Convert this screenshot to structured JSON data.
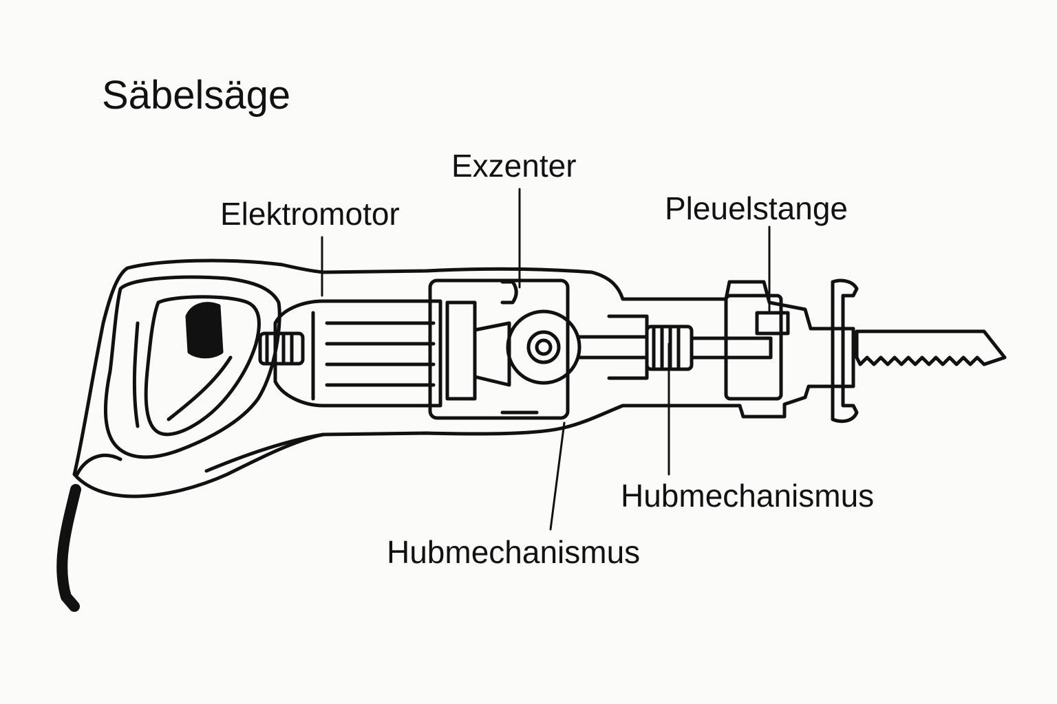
{
  "title": "Säbelsäge",
  "labels": {
    "exzenter": "Exzenter",
    "elektromotor": "Elektromotor",
    "pleuelstange": "Pleuelstange",
    "hubmechanismus_right": "Hubmechanismus",
    "hubmechanismus_bottom": "Hubmechanismus"
  },
  "colors": {
    "background": "#fbfbf9",
    "ink": "#111111"
  }
}
